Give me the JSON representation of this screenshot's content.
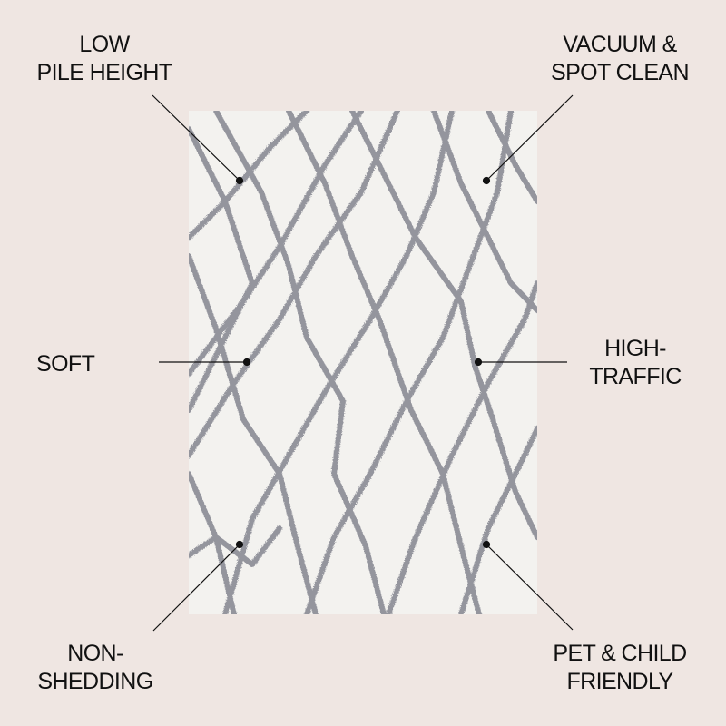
{
  "image": {
    "description": "Product feature infographic for a white area rug with gray trellis/diamond lattice pattern",
    "background_color": "#EFE6E2",
    "rug": {
      "base_color": "#F3F2EF",
      "pattern_color": "#8A8B95",
      "pattern": "irregular diamond trellis"
    }
  },
  "features": [
    {
      "id": "low-pile",
      "lines": [
        "LOW",
        "PILE HEIGHT"
      ]
    },
    {
      "id": "vacuum",
      "lines": [
        "VACUUM &",
        "SPOT CLEAN"
      ]
    },
    {
      "id": "soft",
      "lines": [
        "SOFT"
      ]
    },
    {
      "id": "high-traffic",
      "lines": [
        "HIGH-",
        "TRAFFIC"
      ]
    },
    {
      "id": "non-shedding",
      "lines": [
        "NON-",
        "SHEDDING"
      ]
    },
    {
      "id": "pet-child",
      "lines": [
        "PET & CHILD",
        "FRIENDLY"
      ]
    }
  ],
  "colors": {
    "text": "#111111",
    "leader_line": "#111111"
  }
}
